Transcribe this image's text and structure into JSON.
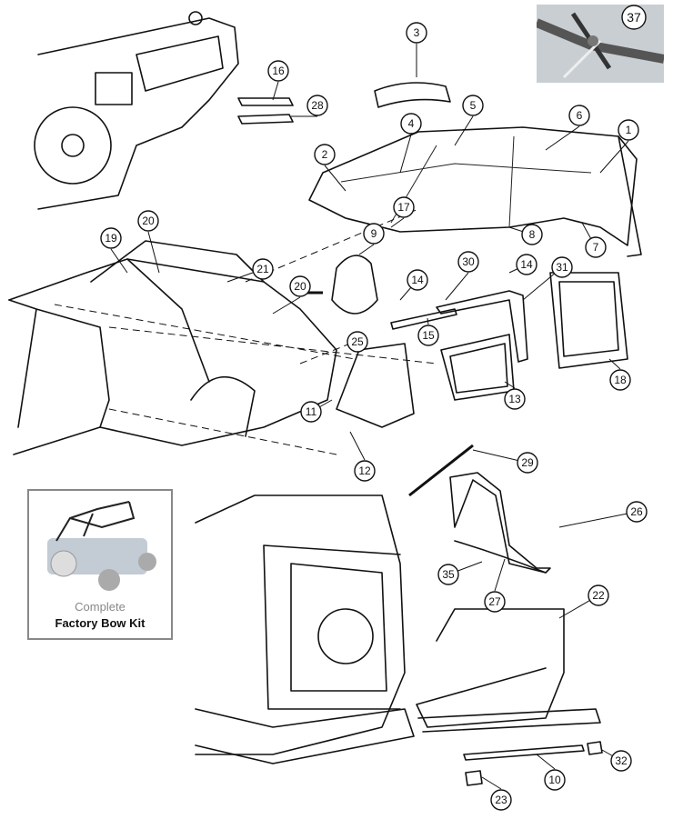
{
  "diagram": {
    "callouts": [
      "3",
      "37",
      "16",
      "28",
      "4",
      "5",
      "6",
      "1",
      "2",
      "17",
      "9",
      "8",
      "7",
      "20",
      "19",
      "21",
      "20",
      "30",
      "14",
      "14",
      "31",
      "25",
      "15",
      "18",
      "13",
      "11",
      "12",
      "29",
      "26",
      "35",
      "27",
      "22",
      "10",
      "32",
      "23"
    ],
    "kit_box": {
      "line1": "Complete",
      "line2": "Factory Bow Kit"
    }
  }
}
